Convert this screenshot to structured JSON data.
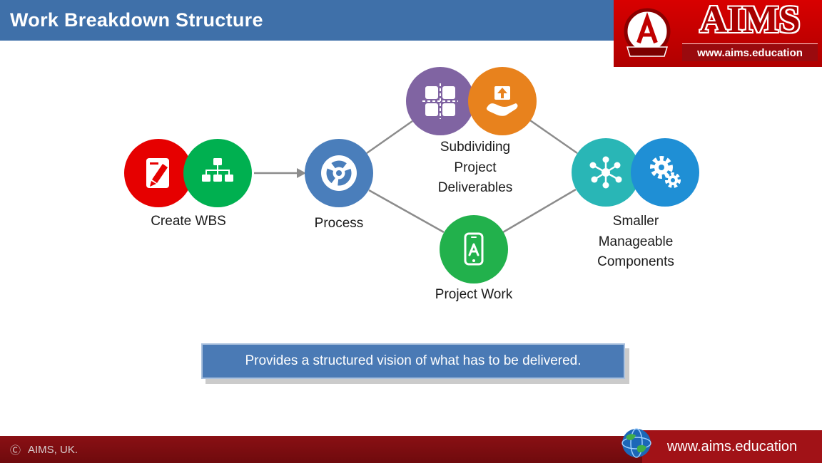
{
  "header": {
    "title": "Work Breakdown Structure"
  },
  "logo": {
    "brand": "AIMS",
    "website": "www.aims.education"
  },
  "diagram": {
    "create_wbs": {
      "label": "Create WBS",
      "icons": [
        "edit-document-icon",
        "hierarchy-icon"
      ]
    },
    "process": {
      "label": "Process",
      "icons": [
        "process-cycle-icon"
      ]
    },
    "subdividing": {
      "label": "Subdividing Project Deliverables",
      "icons": [
        "subdivide-squares-icon",
        "hand-box-icon"
      ]
    },
    "project_work": {
      "label": "Project Work",
      "icons": [
        "mobile-app-icon"
      ]
    },
    "smaller": {
      "label": "Smaller Manageable Components",
      "icons": [
        "network-icon",
        "gears-icon"
      ]
    }
  },
  "callout": {
    "text": "Provides a structured vision of what has to be delivered."
  },
  "footer": {
    "copyright": "AIMS, UK.",
    "website": "www.aims.education"
  },
  "colors": {
    "header_blue": "#3f70a9",
    "create_red": "#e60000",
    "create_green": "#00b050",
    "process_blue": "#4a7ebb",
    "subdivide_purple": "#8064a2",
    "deliver_orange": "#e8821d",
    "work_green": "#22b14c",
    "components_teal": "#29b6b6",
    "components_blue": "#1f8fd5",
    "callout_blue": "#4a7ab5",
    "footer_red": "#8a1014",
    "logo_red": "#c00000"
  }
}
